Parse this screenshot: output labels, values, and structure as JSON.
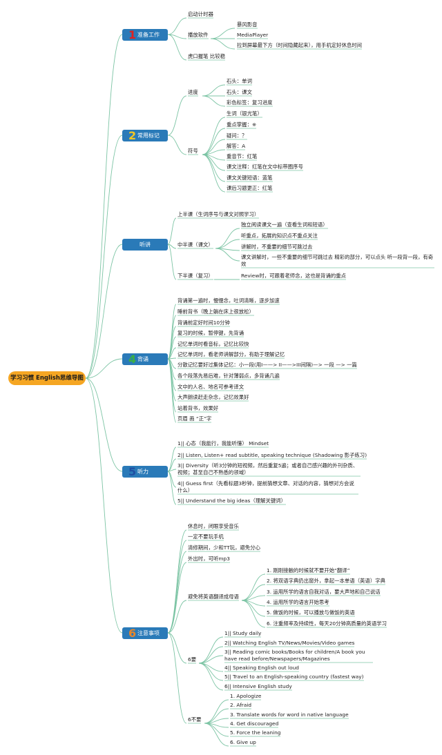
{
  "root": {
    "label": "学习习惯 English思维导图"
  },
  "categories": [
    {
      "num": "1",
      "num_color": "#e02020",
      "label": "准备工作"
    },
    {
      "num": "2",
      "num_color": "#f3c623",
      "label": "常用标记"
    },
    {
      "num": "",
      "num_color": "",
      "label": "听讲"
    },
    {
      "num": "4",
      "num_color": "#3cb043",
      "label": "背诵"
    },
    {
      "num": "5",
      "num_color": "#1f4fa3",
      "label": "听力"
    },
    {
      "num": "6",
      "num_color": "#e8862a",
      "label": "注意事项"
    }
  ],
  "prep": {
    "items": [
      "启动计时器",
      "播放软件",
      "虎口握笔 比较稳"
    ],
    "software": [
      "暴风影音",
      "MediaPlayer",
      "拉到屏幕最下方（时间隐藏起来），用手机定好休息时间"
    ]
  },
  "marks": {
    "progress_label": "进度",
    "progress": [
      "石头：单词",
      "石头：课文",
      "彩色标签：复习进度"
    ],
    "symbols_label": "符号",
    "symbols": [
      "生词（银光笔）",
      "重点掌握：※",
      "疑问：？",
      "解答：A",
      "重音节：红笔",
      "课文注释：红笔在文中标带圈序号",
      "课文关键短语：蓝笔",
      "课后习题更正：红笔"
    ]
  },
  "listen": {
    "first": "上半课（生词序号与课文对照学习）",
    "middle_label": "中半课（课文）",
    "middle": [
      "独立阅读课文一遍（查看生词和短语）",
      "听重点，拓展的知识点不重点关注",
      "讲解时，不重要的细节可跳过去",
      "课文讲解时，一些不重要的细节可跳过去 精彩的部分，可以点头 听一段背一段，有奇效"
    ],
    "last_label": "下半课（复习）",
    "last": "Review时，可跟着老师念，这也是背诵的重点"
  },
  "recite": {
    "items": [
      "背诵第一遍时，慢慢念，吐词清晰，逐步加速",
      "睡前背书（晚上躺在床上很放松）",
      "背诵前定好时间10分钟",
      "复习的时候，暂停键，先背诵",
      "记忆单词时看音标，记忆比较快",
      "记忆单词时，看老师讲解部分，有助于理解记忆",
      "分散记忆要好过集体记忆：小一段(用I——> II——>III间隔)—> 一段 —> 一篇",
      "各个段落先易后难，针对薄弱点，多背诵几遍",
      "文中的人名、地名可参考译文",
      "大声朗读赶走杂念，记忆效果好",
      "站着背书，效果好",
      "页眉 画 “正”字"
    ]
  },
  "hearing": {
    "items": [
      "1|| 心态（我能行，我能听懂） Mindset",
      "2|| Listen, Listen+ read subtitle, speaking technique (Shadowing 影子练习)",
      "3|| Diversity（听3分钟的短视频，然后重复5遍；或者自己感兴趣的外刊杂质、视频；甚至自己不熟悉的领域）",
      "4|| Guess first（先看标题3秒钟，提前猜想文章、对话的内容，猜想对方会说什么）",
      "5|| Understand the big ideas（理解关键词）"
    ]
  },
  "notes": {
    "items": [
      "休息时，闭眼享受音乐",
      "一定不要玩手机",
      "清修期间，少和TT玩，避免分心",
      "外出时，可听mp3"
    ],
    "avoid_label": "避免将英语翻译成母语",
    "avoid": [
      "1. 刚刚接触的时候就不要开始“翻译”",
      "2. 将双语字典扔出窗外，拿起一本单语（英语）字典",
      "3. 运用所学的语言自我对话，要大声地和自己说话",
      "4. 运用所学的语言开始思考",
      "5. 做饭的时候，可以播放与做饭的英语",
      "6. 注重频率及持续性，每天20分钟高质量的英语学习"
    ],
    "dos_label": "6要",
    "dos": [
      "1|| Study daily",
      "2|| Watching English TV/News/Movies/Video games",
      "3|| Reading comic books/Books for children/A book you have read before/Newspapers/Magazines",
      "4|| Speaking English out loud",
      "5|| Travel to an English-speaking country (fastest way)",
      "6|| Intensive English study"
    ],
    "donts_label": "6不要",
    "donts": [
      "1. Apologize",
      "2. Afraid",
      "3. Translate words for word in native language",
      "4. Get discouraged",
      "5. Force the leaning",
      "6. Give up"
    ]
  },
  "colors": {
    "line": "#7cc4a4",
    "category_bg": "#2a7ab8",
    "root_bg": "#f5a623"
  }
}
